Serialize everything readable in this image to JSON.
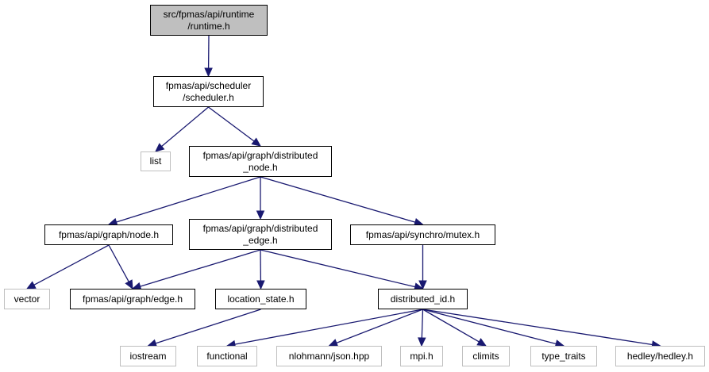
{
  "diagram": {
    "edge_color": "#191970",
    "root_fill": "#bfbfbf",
    "external_border": "#bfbfbf",
    "nodes": {
      "runtime": {
        "line1": "src/fpmas/api/runtime",
        "line2": "/runtime.h"
      },
      "scheduler": {
        "line1": "fpmas/api/scheduler",
        "line2": "/scheduler.h"
      },
      "list": {
        "line1": "list"
      },
      "dist_node": {
        "line1": "fpmas/api/graph/distributed",
        "line2": "_node.h"
      },
      "node": {
        "line1": "fpmas/api/graph/node.h"
      },
      "dist_edge": {
        "line1": "fpmas/api/graph/distributed",
        "line2": "_edge.h"
      },
      "mutex": {
        "line1": "fpmas/api/synchro/mutex.h"
      },
      "vector": {
        "line1": "vector"
      },
      "edge": {
        "line1": "fpmas/api/graph/edge.h"
      },
      "location": {
        "line1": "location_state.h"
      },
      "dist_id": {
        "line1": "distributed_id.h"
      },
      "iostream": {
        "line1": "iostream"
      },
      "functional": {
        "line1": "functional"
      },
      "json": {
        "line1": "nlohmann/json.hpp"
      },
      "mpi": {
        "line1": "mpi.h"
      },
      "climits": {
        "line1": "climits"
      },
      "type_traits": {
        "line1": "type_traits"
      },
      "hedley": {
        "line1": "hedley/hedley.h"
      }
    },
    "edges": [
      [
        "runtime",
        "scheduler"
      ],
      [
        "scheduler",
        "list"
      ],
      [
        "scheduler",
        "dist_node"
      ],
      [
        "dist_node",
        "node"
      ],
      [
        "dist_node",
        "dist_edge"
      ],
      [
        "dist_node",
        "mutex"
      ],
      [
        "node",
        "vector"
      ],
      [
        "node",
        "edge"
      ],
      [
        "dist_edge",
        "edge"
      ],
      [
        "dist_edge",
        "location"
      ],
      [
        "dist_edge",
        "dist_id"
      ],
      [
        "mutex",
        "dist_id"
      ],
      [
        "location",
        "iostream"
      ],
      [
        "dist_id",
        "functional"
      ],
      [
        "dist_id",
        "json"
      ],
      [
        "dist_id",
        "mpi"
      ],
      [
        "dist_id",
        "climits"
      ],
      [
        "dist_id",
        "type_traits"
      ],
      [
        "dist_id",
        "hedley"
      ]
    ]
  }
}
